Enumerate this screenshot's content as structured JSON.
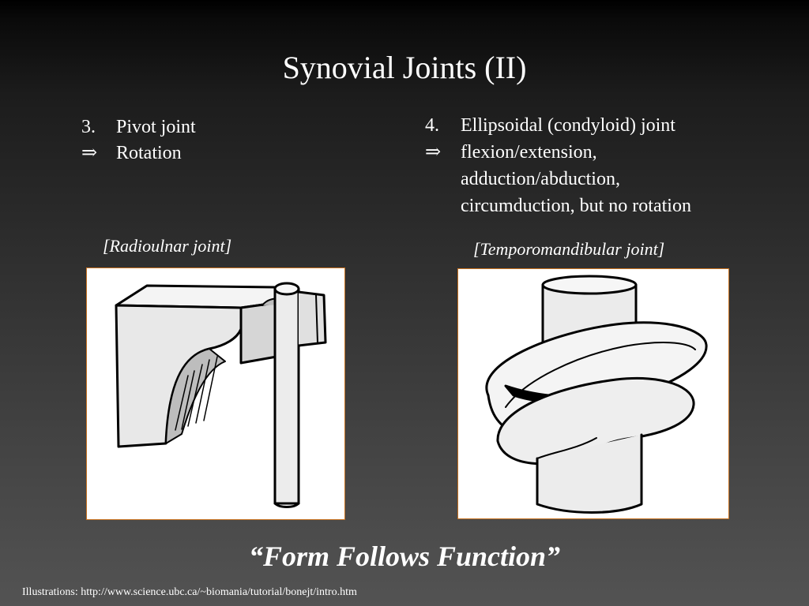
{
  "slide": {
    "title": "Synovial Joints (II)",
    "left": {
      "number": "3.",
      "name": "Pivot joint",
      "arrow": "⇒",
      "motion": "Rotation",
      "caption": "[Radioulnar joint]"
    },
    "right": {
      "number": "4.",
      "name": "Ellipsoidal (condyloid) joint",
      "arrow": "⇒",
      "motion_lines": [
        "flexion/extension,",
        "adduction/abduction,",
        "circumduction, but no rotation"
      ],
      "caption": "[Temporomandibular joint]"
    },
    "motto": "“Form Follows Function”",
    "credit": "Illustrations: http://www.science.ubc.ca/~biomania/tutorial/bonejt/intro.htm"
  },
  "colors": {
    "text": "#ffffff",
    "figure_border": "#c7711f",
    "figure_background": "#ffffff",
    "drawing_fill": "#e8e8e8",
    "drawing_stroke": "#000000"
  }
}
